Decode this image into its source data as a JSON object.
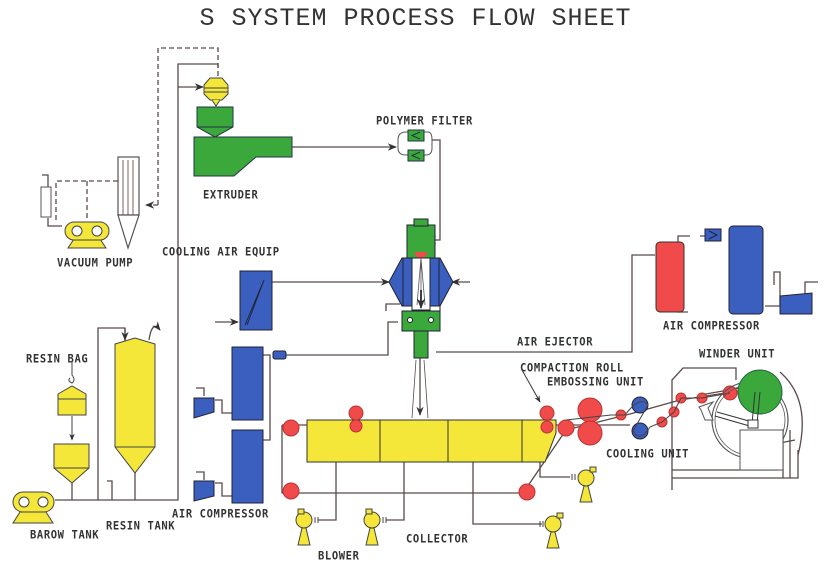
{
  "title": "S SYSTEM PROCESS FLOW SHEET",
  "colors": {
    "line": "#5a4a4a",
    "yellow": "#f5e63a",
    "green": "#3aa83a",
    "blue": "#3a5fbf",
    "red": "#f04a4a",
    "outline": "#333333"
  },
  "labels": {
    "vacuum_pump": "VACUUM PUMP",
    "extruder": "EXTRUDER",
    "polymer_filter": "POLYMER FILTER",
    "cooling_air_equip": "COOLING AIR EQUIP",
    "air_ejector": "AIR EJECTOR",
    "air_compressor_right": "AIR COMPRESSOR",
    "air_compressor_left": "AIR COMPRESSOR",
    "compaction_roll": "COMPACTION ROLL",
    "embossing_unit": "EMBOSSING UNIT",
    "winder_unit": "WINDER UNIT",
    "cooling_unit": "COOLING UNIT",
    "resin_bag": "RESIN BAG",
    "resin_tank": "RESIN TANK",
    "barow_tank": "BAROW TANK",
    "blower": "BLOWER",
    "collector": "COLLECTOR"
  }
}
